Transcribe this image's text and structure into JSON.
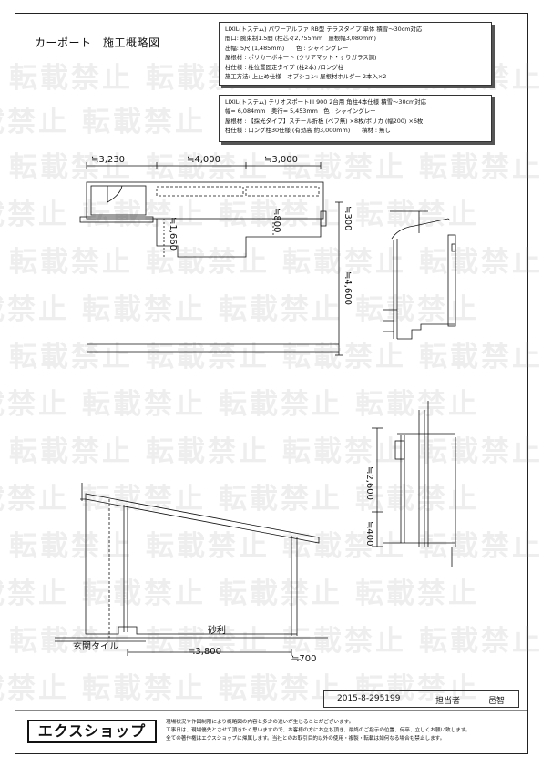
{
  "title": "カーポート　施工概略図",
  "spec1": {
    "lines": [
      "LIXIL(トステム) パワーアルファ RB型 テラスタイプ 単体 積雪～30cm対応",
      "間口: 腕束制1.5間 (柱芯々2,755mm　屋根幅3,080mm)",
      "出幅: 5尺 (1,485mm)　　色 : シャイングレー",
      "屋根材 : ポリカーボネート (クリアマット・すりガラス調)",
      "柱仕様 : 柱位置固定タイプ (柱2本) /ロング柱",
      "施工方法: 上止め仕様　オプション: 屋根材ホルダー 2本入×2"
    ]
  },
  "spec2": {
    "lines": [
      "LIXIL(トステム) テリオスポートIII 900 2台用 角柱4本仕様 積雪～30cm対応",
      "幅= 6,084mm　奥行= 5,453mm　色 : シャイングレー",
      "屋根材 : 【採光タイプ】スチール折板 (ベフ無) ×8枚/ポリカ (幅200) ×6枚",
      "柱仕様 : ロング柱30仕様 (有効高 約3,000mm)　　積材 : 無し"
    ]
  },
  "watermark": "転載禁止",
  "dimensions": {
    "d3230": "≒3,230",
    "d4000": "≒4,000",
    "d3000": "≒3,000",
    "d1660": "≒1,660",
    "d800": "≒800",
    "d300": "≒300",
    "d4600": "≒4,600",
    "d2600": "≒2,600",
    "d400": "≒400",
    "d3800": "≒3,800",
    "d700": "≒700"
  },
  "labels": {
    "gravel": "砂利",
    "entrance_tile": "玄関タイル"
  },
  "footer": {
    "drawing_no": "2015-8-295199",
    "person_label": "担当者",
    "person_name": "邑智"
  },
  "logo": "エクスショップ",
  "notes": [
    "現場状況や作図制限により概略図の内容と多少の違いが生じることがございます。",
    "工事日は、現場優先とさせて頂きたく思いますので、お客様の方にお立ち頂き、最終のご指示の位置、何卒、立しくお願い致します。",
    "全ての著作権はエクスショップに帰属します。当社とのお取引目的以外の使用・複製・転載は如何なる場合も禁止します。"
  ]
}
